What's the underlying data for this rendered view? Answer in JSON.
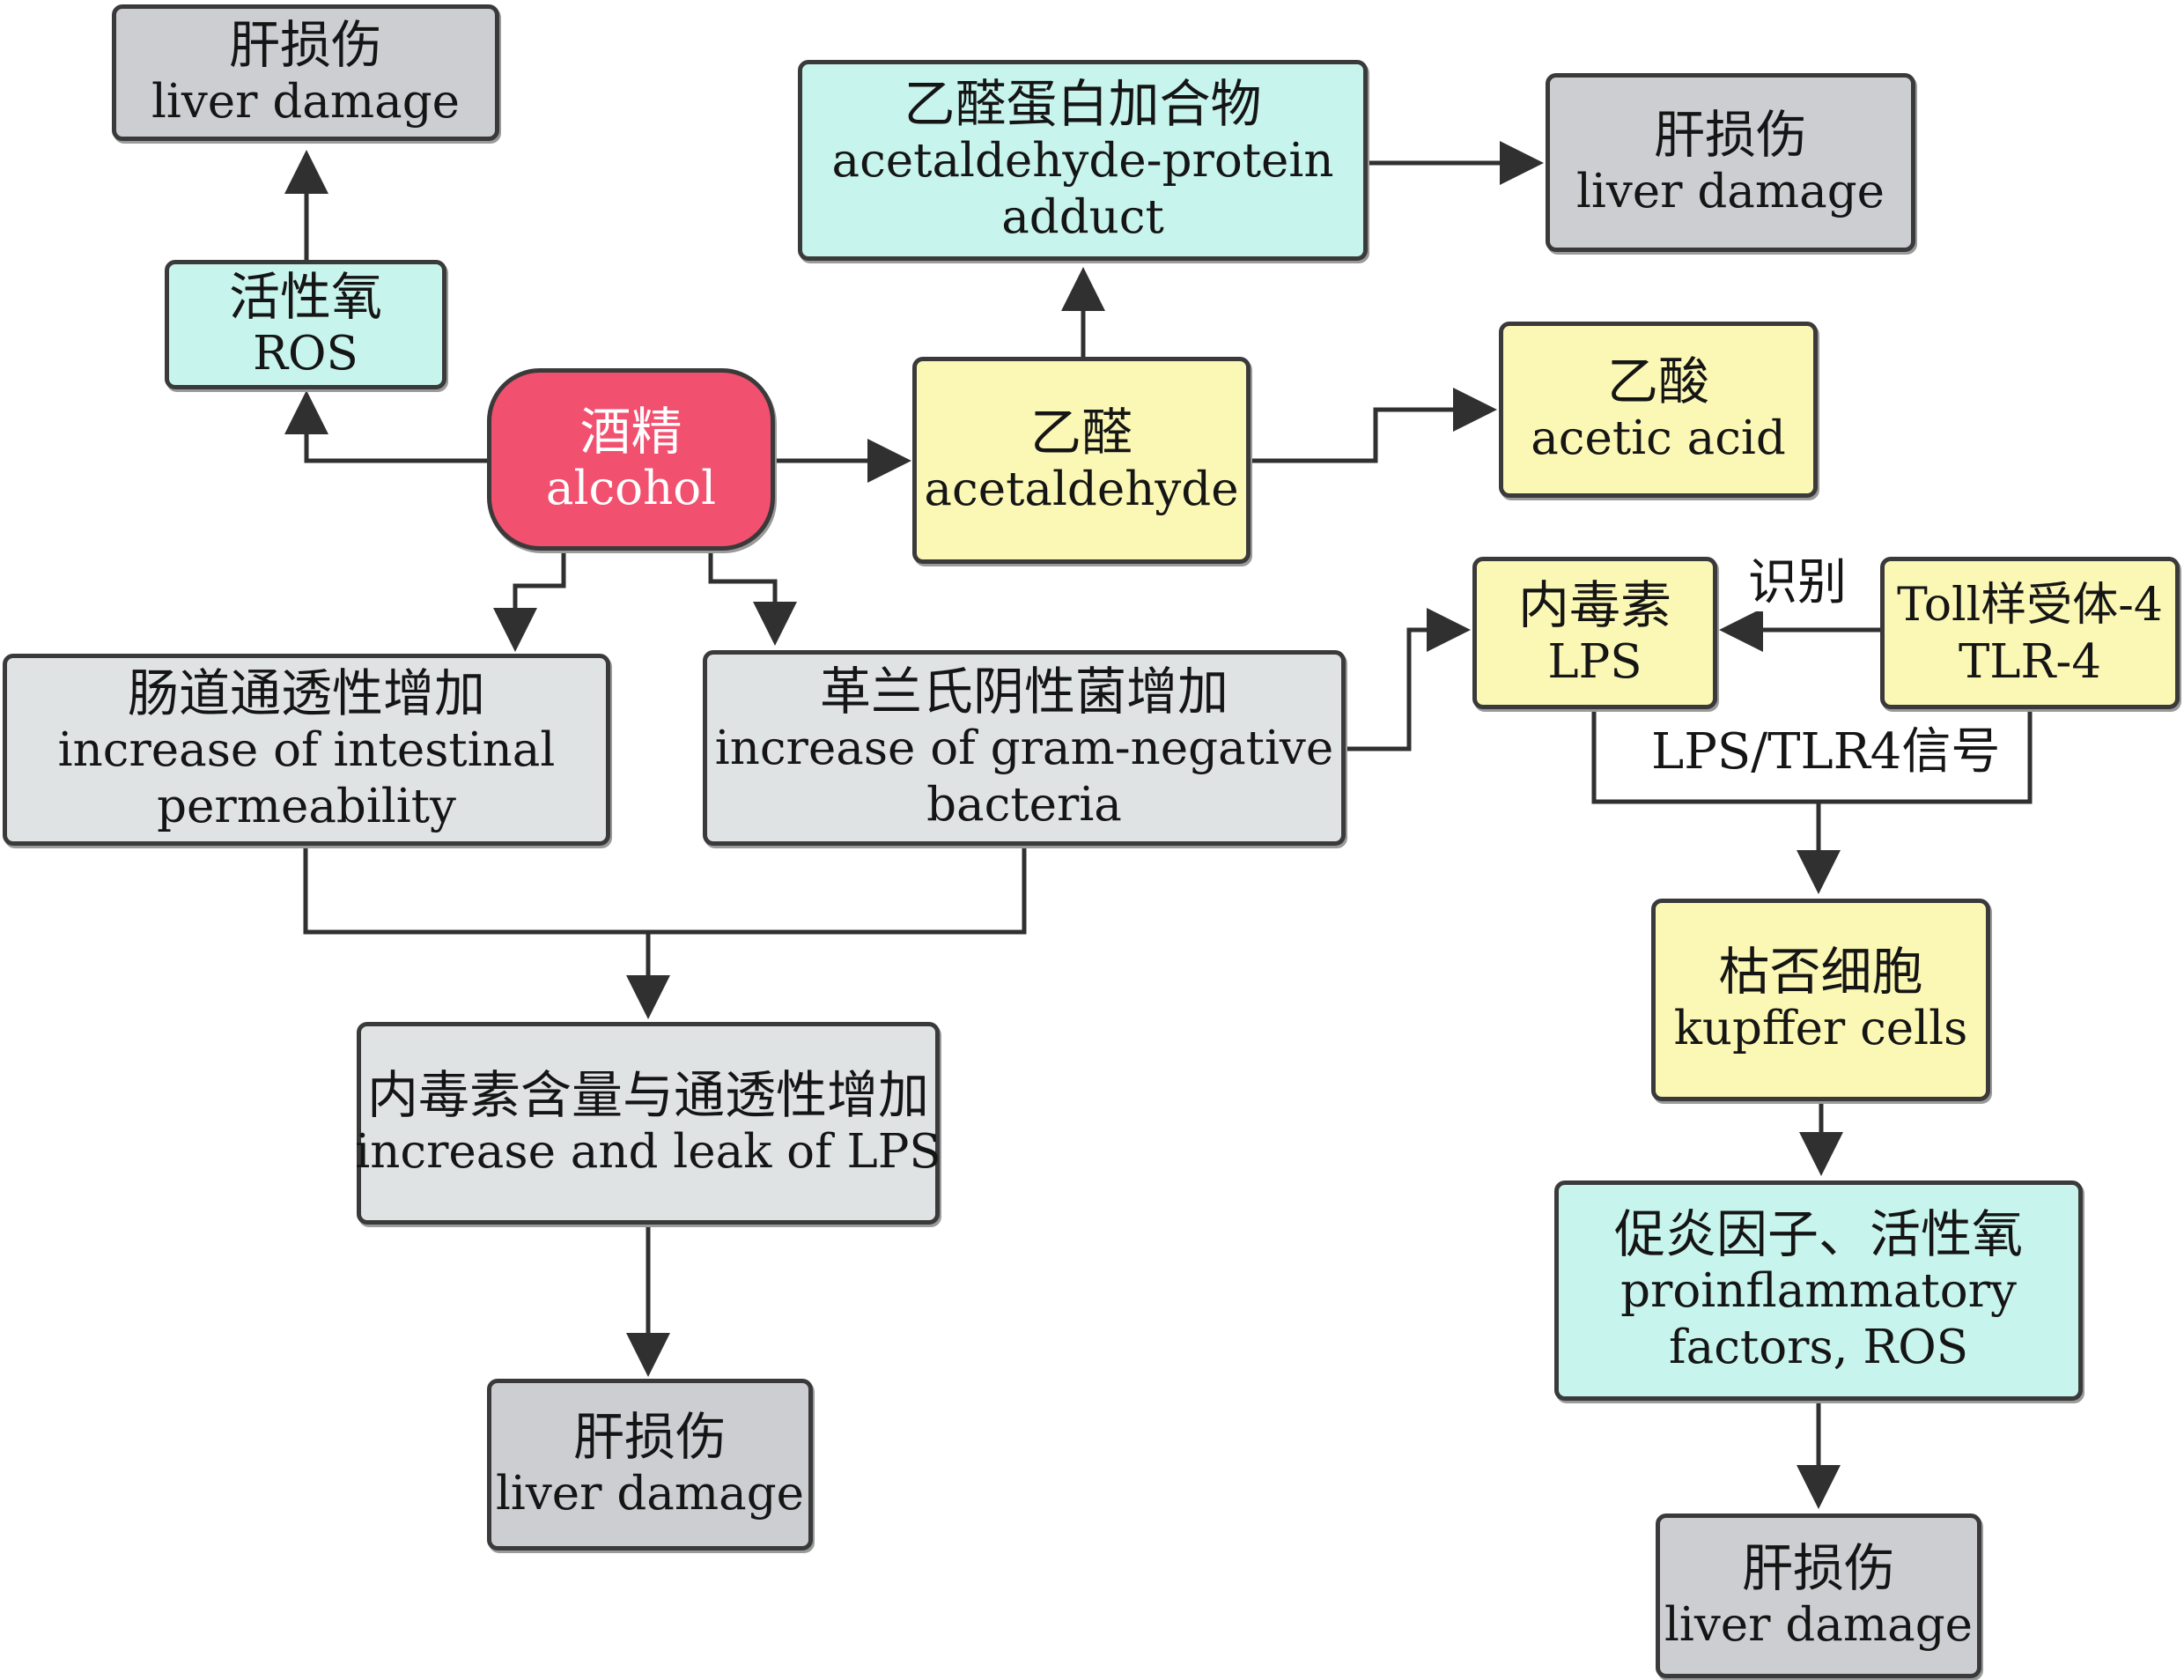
{
  "nodes": {
    "alcohol": {
      "zh": "酒精",
      "en": "alcohol"
    },
    "ros_top": {
      "zh": "活性氧",
      "en": "ROS"
    },
    "liver_damage_1": {
      "zh": "肝损伤",
      "en": "liver damage"
    },
    "acetaldehyde": {
      "zh": "乙醛",
      "en": "acetaldehyde"
    },
    "adduct": {
      "zh": "乙醛蛋白加合物",
      "en1": "acetaldehyde-protein",
      "en2": "adduct"
    },
    "liver_damage_2": {
      "zh": "肝损伤",
      "en": "liver damage"
    },
    "acetic_acid": {
      "zh": "乙酸",
      "en": "acetic acid"
    },
    "intestinal": {
      "zh": "肠道通透性增加",
      "en1": "increase of intestinal",
      "en2": "permeability"
    },
    "gram_negative": {
      "zh": "革兰氏阴性菌增加",
      "en1": "increase of gram-negative",
      "en2": "bacteria"
    },
    "lps_leak": {
      "zh": "内毒素含量与通透性增加",
      "en": "increase and leak of LPS"
    },
    "liver_damage_3": {
      "zh": "肝损伤",
      "en": "liver damage"
    },
    "lps": {
      "zh": "内毒素",
      "en": "LPS"
    },
    "tlr4": {
      "zh": "Toll样受体-4",
      "en": "TLR-4"
    },
    "kupffer": {
      "zh": "枯否细胞",
      "en": "kupffer cells"
    },
    "proinflammatory": {
      "zh": "促炎因子、活性氧",
      "en1": "proinflammatory",
      "en2": "factors, ROS"
    },
    "liver_damage_4": {
      "zh": "肝损伤",
      "en": "liver damage"
    }
  },
  "edge_labels": {
    "recognize": "识别",
    "signal": "LPS/TLR4信号"
  },
  "colors": {
    "alcohol": "#f2506f",
    "liver_damage": "#ccced2",
    "intermediate_gray": "#dfe3e4",
    "cyan": "#c7f4ec",
    "yellow": "#fbf8b5",
    "line": "#303030"
  }
}
